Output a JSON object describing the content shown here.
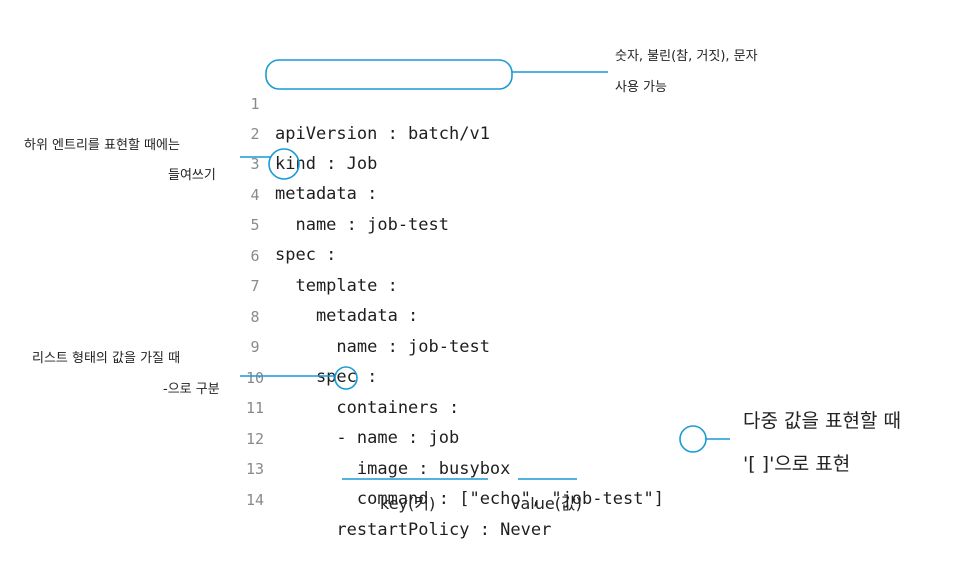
{
  "code_lines": [
    {
      "num": "1",
      "text": "apiVersion : batch/v1"
    },
    {
      "num": "2",
      "text": "kind : Job"
    },
    {
      "num": "3",
      "text": "metadata :"
    },
    {
      "num": "4",
      "text": "  name : job-test"
    },
    {
      "num": "5",
      "text": "spec :"
    },
    {
      "num": "6",
      "text": "  template :"
    },
    {
      "num": "7",
      "text": "    metadata :"
    },
    {
      "num": "8",
      "text": "      name : job-test"
    },
    {
      "num": "9",
      "text": "    spec :"
    },
    {
      "num": "10",
      "text": "      containers :"
    },
    {
      "num": "11",
      "text": "      - name : job"
    },
    {
      "num": "12",
      "text": "        image : busybox"
    },
    {
      "num": "13",
      "text": "        command : [\"echo\", \"job-test\"]"
    },
    {
      "num": "14",
      "text": "      restartPolicy : Never"
    }
  ],
  "annotations": {
    "value_types_line1": "숫자, 불린(참, 거짓), 문자",
    "value_types_line2": "사용 가능",
    "indent_line1": "하위 엔트리를 표현할 때에는",
    "indent_line2": "들여쓰기",
    "list_line1": "리스트 형태의 값을 가질 때",
    "list_line2": "-으로 구분",
    "multi_line1": "다중 값을 표현할 때",
    "multi_line2": "'[ ]'으로 표현",
    "key_label": "key(키)",
    "value_label": "value(값)"
  },
  "colors": {
    "accent": "#1a9ad6",
    "line_number": "#8a8a8a",
    "code_text": "#1e1e1e"
  }
}
